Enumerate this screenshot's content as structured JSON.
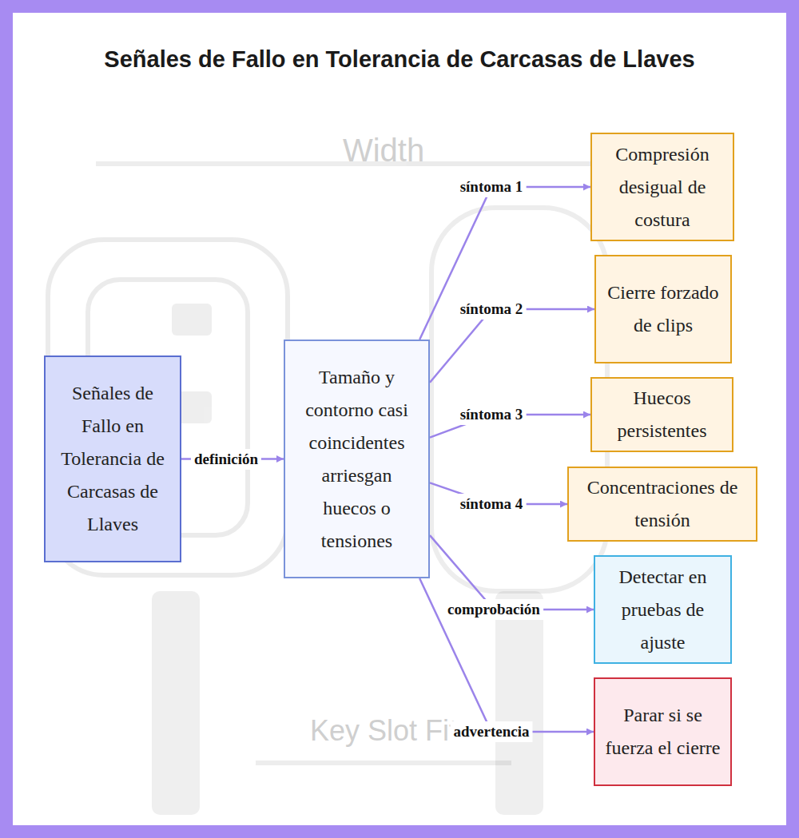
{
  "diagram": {
    "title": "Señales de Fallo en Tolerancia de Carcasas de Llaves",
    "nodes": [
      {
        "text": [
          "Señales de Fallo en Tolerancia de Carcasas de Llaves"
        ]
      },
      {
        "text": [
          "Tamaño y contorno casi coincidentes arriesgan huecos o tensiones"
        ]
      },
      {
        "text": [
          "Compresión desigual de costura"
        ]
      },
      {
        "text": [
          "Cierre forzado de clips"
        ]
      },
      {
        "text": [
          "Huecos persistentes"
        ]
      },
      {
        "text": [
          "Concentraciones de tensión"
        ]
      },
      {
        "text": [
          "Detectar en pruebas de ajuste"
        ]
      },
      {
        "text": [
          "Parar si se fuerza el cierre"
        ]
      }
    ],
    "edges": [
      {
        "from": 0,
        "to": 1,
        "label": "definición",
        "arrow": "to"
      },
      {
        "from": 1,
        "to": 2,
        "label": "síntoma 1",
        "arrow": "to"
      },
      {
        "from": 1,
        "to": 3,
        "label": "síntoma 2",
        "arrow": "to"
      },
      {
        "from": 1,
        "to": 4,
        "label": "síntoma 3",
        "arrow": "to"
      },
      {
        "from": 1,
        "to": 5,
        "label": "síntoma 4",
        "arrow": "to"
      },
      {
        "from": 1,
        "to": 6,
        "label": "comprobación",
        "arrow": "to"
      },
      {
        "from": 1,
        "to": 7,
        "label": "advertencia",
        "arrow": "to"
      }
    ],
    "labels": [
      "Width",
      "Key Slot Fit"
    ]
  }
}
